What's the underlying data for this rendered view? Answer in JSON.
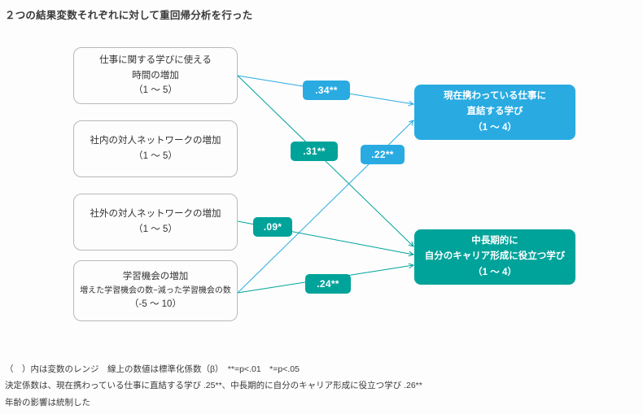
{
  "title": "２つの結果変数それぞれに対して重回帰分析を行った",
  "colors": {
    "blue": "#29abe2",
    "teal": "#00a39a",
    "box_border": "#b9b9b9",
    "background": "#fdfdfd",
    "text": "#333333"
  },
  "predictors": [
    {
      "id": "time-increase",
      "lines": [
        "仕事に関する学びに使える",
        "時間の増加",
        "（1 ～ 5）"
      ],
      "sub": ""
    },
    {
      "id": "internal-network",
      "lines": [
        "社内の対人ネットワークの増加",
        "（1 ～ 5）"
      ],
      "sub": ""
    },
    {
      "id": "external-network",
      "lines": [
        "社外の対人ネットワークの増加",
        "（1 ～ 5）"
      ],
      "sub": ""
    },
    {
      "id": "learning-opportunity",
      "lines": [
        "学習機会の増加",
        "（-5 ～ 10）"
      ],
      "sub": "増えた学習機会の数−減った学習機会の数"
    }
  ],
  "outcomes": [
    {
      "id": "job-related-learning",
      "color": "#29abe2",
      "lines": [
        "現在携わっている仕事に",
        "直結する学び",
        "（1 ～ 4）"
      ]
    },
    {
      "id": "career-learning",
      "color": "#00a39a",
      "lines": [
        "中長期的に",
        "自分のキャリア形成に役立つ学び",
        "（1 ～ 4）"
      ]
    }
  ],
  "paths": [
    {
      "id": "time-to-job",
      "label": ".34**",
      "color": "#29abe2",
      "from": "time-increase",
      "to": "job-related-learning"
    },
    {
      "id": "time-to-career",
      "label": ".31**",
      "color": "#00a39a",
      "from": "time-increase",
      "to": "career-learning"
    },
    {
      "id": "learning-to-job",
      "label": ".22**",
      "color": "#29abe2",
      "from": "learning-opportunity",
      "to": "job-related-learning"
    },
    {
      "id": "external-to-career",
      "label": ".09*",
      "color": "#00a39a",
      "from": "external-network",
      "to": "career-learning"
    },
    {
      "id": "learning-to-career",
      "label": ".24**",
      "color": "#00a39a",
      "from": "learning-opportunity",
      "to": "career-learning"
    }
  ],
  "notes": [
    "（　）内は変数のレンジ　線上の数値は標準化係数（β）　**=p<.01　*=p<.05",
    "決定係数は、現在携わっている仕事に直結する学び .25**、中長期的に自分のキャリア形成に役立つ学び .26**",
    "年齢の影響は統制した"
  ]
}
